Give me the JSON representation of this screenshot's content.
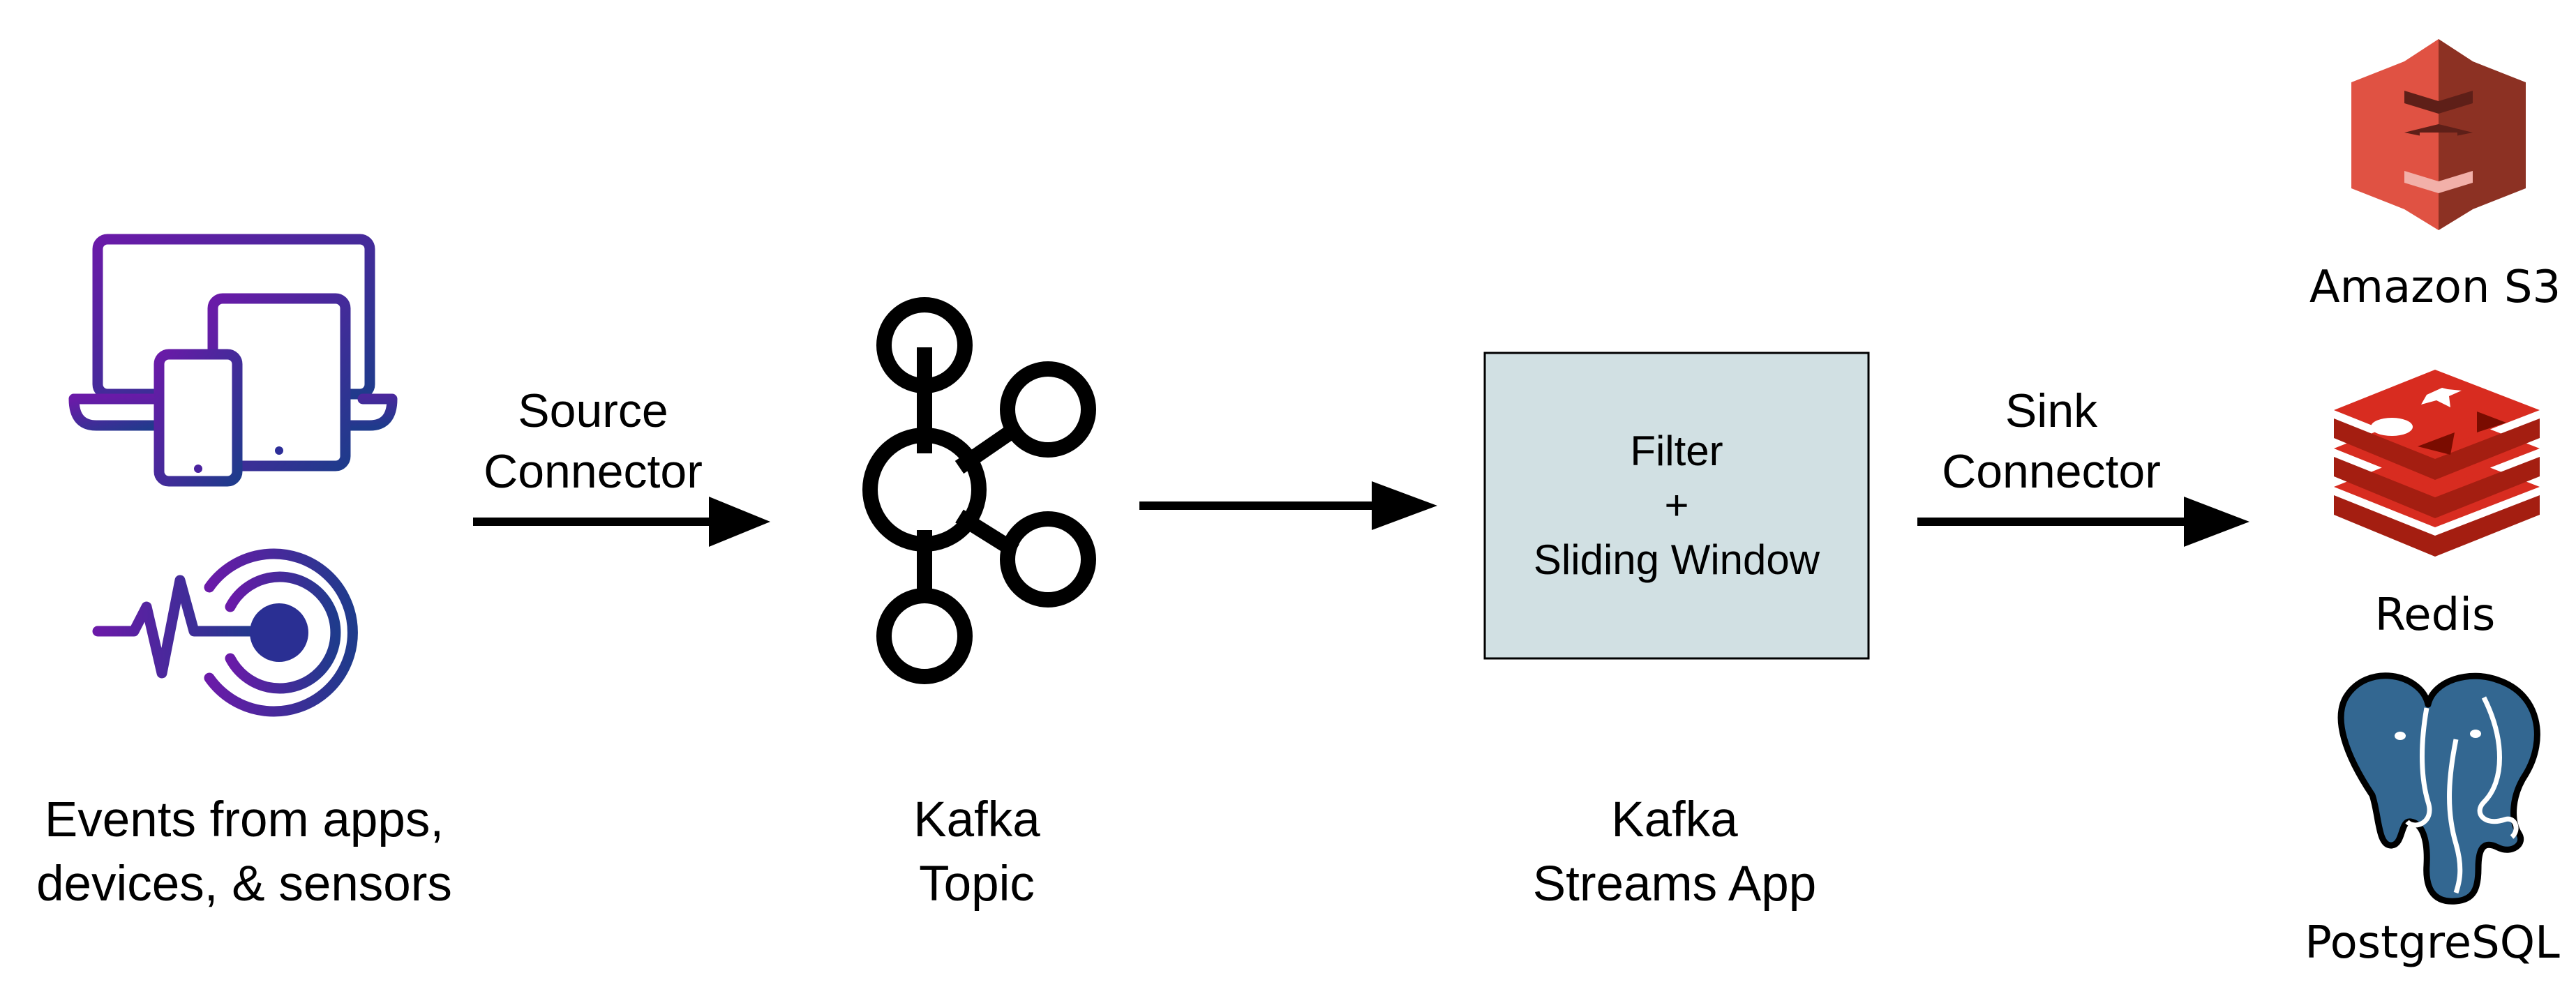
{
  "sources": {
    "caption": [
      "Events from apps,",
      "devices, & sensors"
    ],
    "icons": [
      "devices-icon",
      "sensor-signal-icon"
    ]
  },
  "source_connector": {
    "label": [
      "Source",
      "Connector"
    ]
  },
  "kafka_topic": {
    "caption": [
      "Kafka",
      "Topic"
    ],
    "icon": "kafka-logo-icon"
  },
  "streams_app": {
    "box_text": [
      "Filter",
      "+",
      "Sliding Window"
    ],
    "caption": [
      "Kafka",
      "Streams App"
    ],
    "box_color": "#d1e0e3"
  },
  "sink_connector": {
    "label": [
      "Sink",
      "Connector"
    ]
  },
  "sinks": [
    {
      "name": "Amazon S3",
      "icon": "amazon-s3-icon",
      "color": "#e05243"
    },
    {
      "name": "Redis",
      "icon": "redis-icon",
      "color": "#c6302b"
    },
    {
      "name": "PostgreSQL",
      "icon": "postgresql-elephant-icon",
      "color": "#336791"
    }
  ],
  "colors": {
    "gradient_start": "#6a1aa8",
    "gradient_end": "#1f3b8c"
  }
}
